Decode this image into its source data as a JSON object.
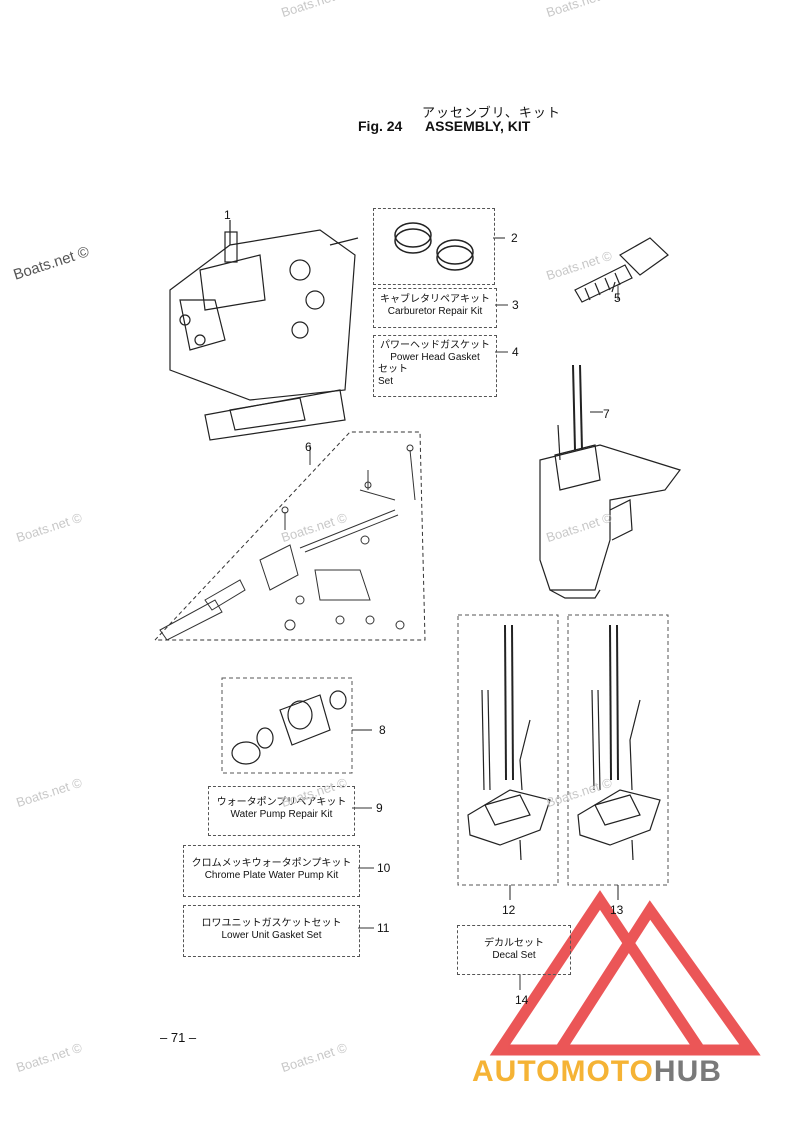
{
  "header": {
    "title_jp": "アッセンブリ、キット",
    "fig_label": "Fig. 24",
    "title_en": "ASSEMBLY, KIT"
  },
  "callouts": [
    "1",
    "2",
    "3",
    "4",
    "5",
    "6",
    "7",
    "8",
    "9",
    "10",
    "11",
    "12",
    "13",
    "14"
  ],
  "kits": {
    "carb_jp": "キャブレタリペアキット",
    "carb_en": "Carburetor Repair Kit",
    "gasket_jp": "パワーヘッドガスケット",
    "gasket_en": "Power Head Gasket",
    "gasket_jp2": "セット",
    "gasket_en2": "Set",
    "wp_jp": "ウォータポンプリペアキット",
    "wp_en": "Water Pump Repair Kit",
    "chrome_jp": "クロムメッキウォータポンプキット",
    "chrome_en": "Chrome Plate Water Pump Kit",
    "lower_jp": "ロワユニットガスケットセット",
    "lower_en": "Lower Unit Gasket Set",
    "decal_jp": "デカルセット",
    "decal_en": "Decal Set"
  },
  "page_number": "– 71 –",
  "watermarks": {
    "boats": "Boats.net ©"
  },
  "brand": {
    "part1": "AUTOMOTO",
    "part2": "HUB",
    "color1": "#f5b335",
    "color2": "#7a7a7a",
    "logo_color": "#e8393a"
  }
}
